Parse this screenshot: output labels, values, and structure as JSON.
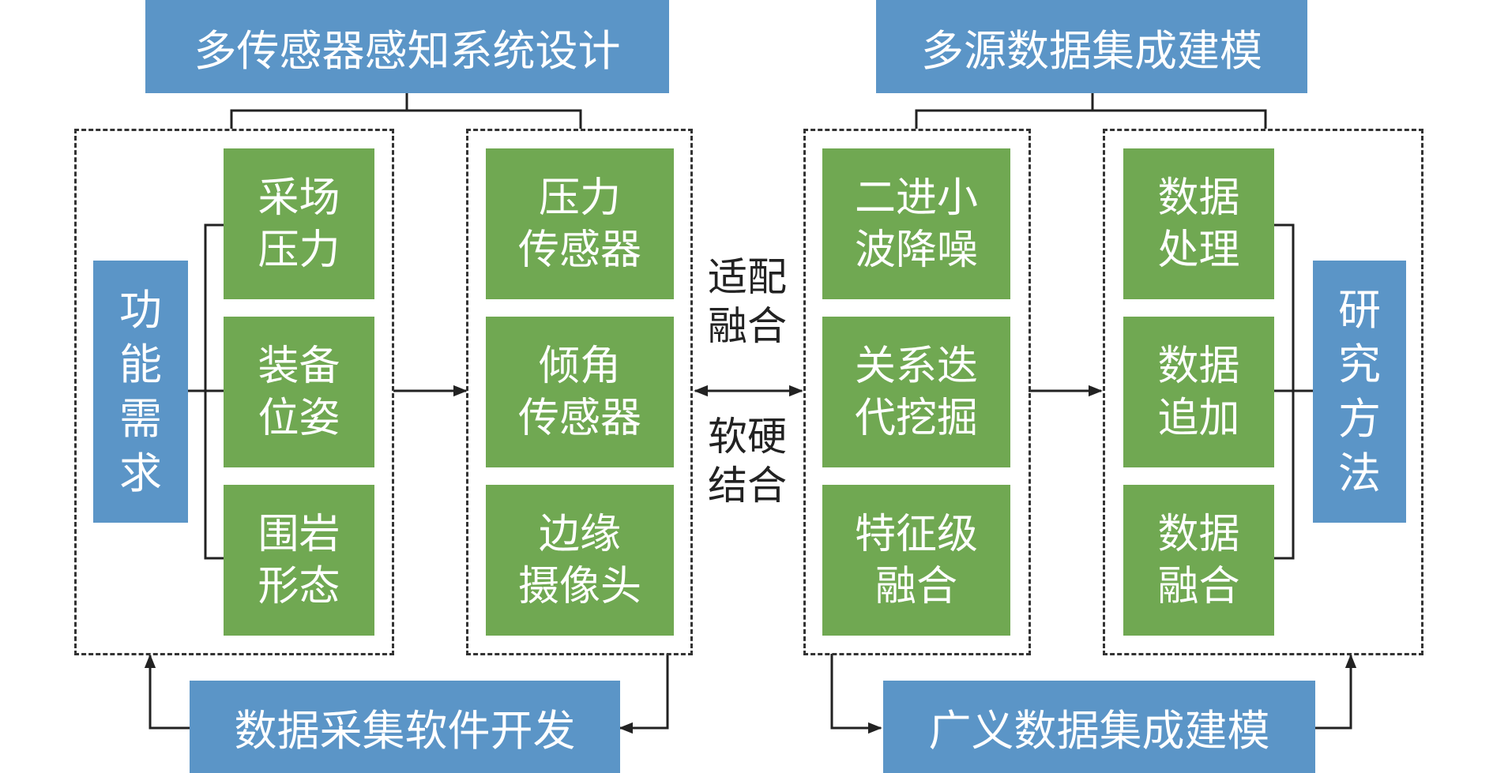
{
  "top_titles": {
    "left": "多传感器感知系统设计",
    "right": "多源数据集成建模"
  },
  "side_labels": {
    "left": "功能需求",
    "right": "研究方法"
  },
  "requirements": [
    "采场\n压力",
    "装备\n位姿",
    "围岩\n形态"
  ],
  "sensors": [
    "压力\n传感器",
    "倾角\n传感器",
    "边缘\n摄像头"
  ],
  "fusion_methods": [
    "二进小\n波降噪",
    "关系迭\n代挖掘",
    "特征级\n融合"
  ],
  "data_steps": [
    "数据\n处理",
    "数据\n追加",
    "数据\n融合"
  ],
  "middle": {
    "upper": "适配\n融合",
    "lower": "软硬\n结合"
  },
  "bottom_titles": {
    "left": "数据采集软件开发",
    "right": "广义数据集成建模"
  },
  "colors": {
    "blue": "#5b95c7",
    "green": "#70a852",
    "line": "#222222"
  }
}
